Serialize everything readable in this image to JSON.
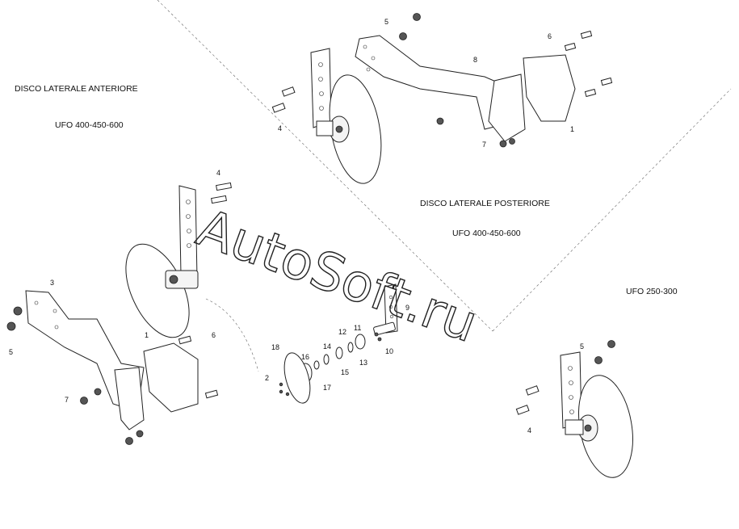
{
  "titles": {
    "front_title": "DISCO LATERALE ANTERIORE",
    "front_models": "UFO 400-450-600",
    "rear_title": "DISCO LATERALE POSTERIORE",
    "rear_models": "UFO 400-450-600",
    "small_models": "UFO 250-300"
  },
  "watermark": "AutoSoft.ru",
  "callouts": {
    "top": [
      "5",
      "6",
      "8",
      "4",
      "1",
      "7"
    ],
    "left": [
      "4",
      "3",
      "5",
      "1",
      "6",
      "7"
    ],
    "center": [
      "9",
      "11",
      "12",
      "10",
      "14",
      "13",
      "16",
      "15",
      "17",
      "18",
      "2"
    ],
    "right": [
      "5",
      "4"
    ]
  }
}
